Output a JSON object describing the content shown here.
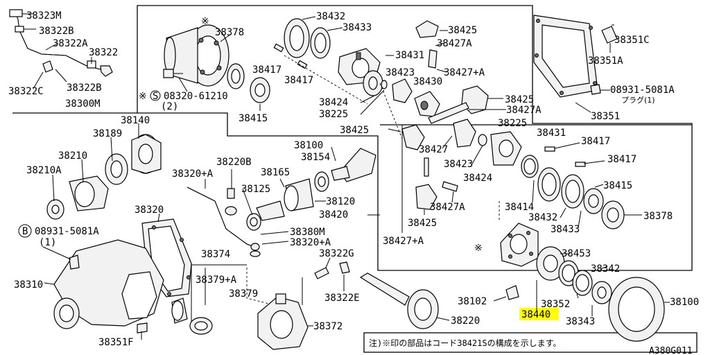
{
  "diagram": {
    "part_labels": {
      "p38323M": "38323M",
      "p38322B_a": "38322B",
      "p38322A": "38322A",
      "p38322": "38322",
      "p38322C": "38322C",
      "p38322B_b": "38322B",
      "p38300M": "38300M",
      "p38378_a": "38378",
      "p38432_a": "38432",
      "p38433_a": "38433",
      "p38425_a": "38425",
      "p38427A_a": "38427A",
      "p38431_a": "38431",
      "p38427A_plus": "38427+A",
      "p38417_a": "38417",
      "p38417_b": "38417",
      "p38423_a": "38423",
      "p38430": "38430",
      "p38425_b": "38425",
      "p38427A_b": "38427A",
      "p38424_a": "38424",
      "p38225_a": "38225",
      "p38415_a": "38415",
      "p08320": "08320-61210",
      "p08320_qty": "(2)",
      "p38351C": "38351C",
      "p38351A": "38351A",
      "p08931_a": "08931-5081A",
      "p08931_a_note": "プラグ(1)",
      "p38351": "38351",
      "p38140": "38140",
      "p38189": "38189",
      "p38210": "38210",
      "p38210A": "38210A",
      "p38425_c": "38425",
      "p38225_b": "38225",
      "p38431_b": "38431",
      "p38417_c": "38417",
      "p38100_a": "38100",
      "p38154": "38154",
      "p38427": "38427",
      "p38423_b": "38423",
      "p38417_d": "38417",
      "p38220B": "38220B",
      "p38424_b": "38424",
      "p38320A_a": "38320+A",
      "p38165": "38165",
      "p38415_b": "38415",
      "p38125": "38125",
      "p38120": "38120",
      "p38427A_c": "38427A",
      "p38414": "38414",
      "p38432_b": "38432",
      "p38378_b": "38378",
      "p38420": "38420",
      "p38320": "38320",
      "p38425_d": "38425",
      "p38433_b": "38433",
      "p08931_b": "08931-5081A",
      "p08931_b_qty": "(1)",
      "p38380M": "38380M",
      "p38427A_d": "38427+A",
      "p38320A_b": "38320+A",
      "p38453": "38453",
      "p38374": "38374",
      "p38322G": "38322G",
      "p38342": "38342",
      "p38379A": "38379+A",
      "p38310": "38310",
      "p38379": "38379",
      "p38322E": "38322E",
      "p38102": "38102",
      "p38352": "38352",
      "p38100_b": "38100",
      "p38440": "38440",
      "p38372": "38372",
      "p38220": "38220",
      "p38343": "38343",
      "p38351F": "38351F"
    },
    "markers": {
      "asterisk": "※",
      "asterisk_s": "※",
      "asterisk_d": "※",
      "circle_s": "S",
      "circle_b": "B"
    },
    "note": "注)※印の部品はコード38421Sの構成を示します。",
    "figure_id": "A380G011",
    "highlight_color": "#ffff00"
  }
}
